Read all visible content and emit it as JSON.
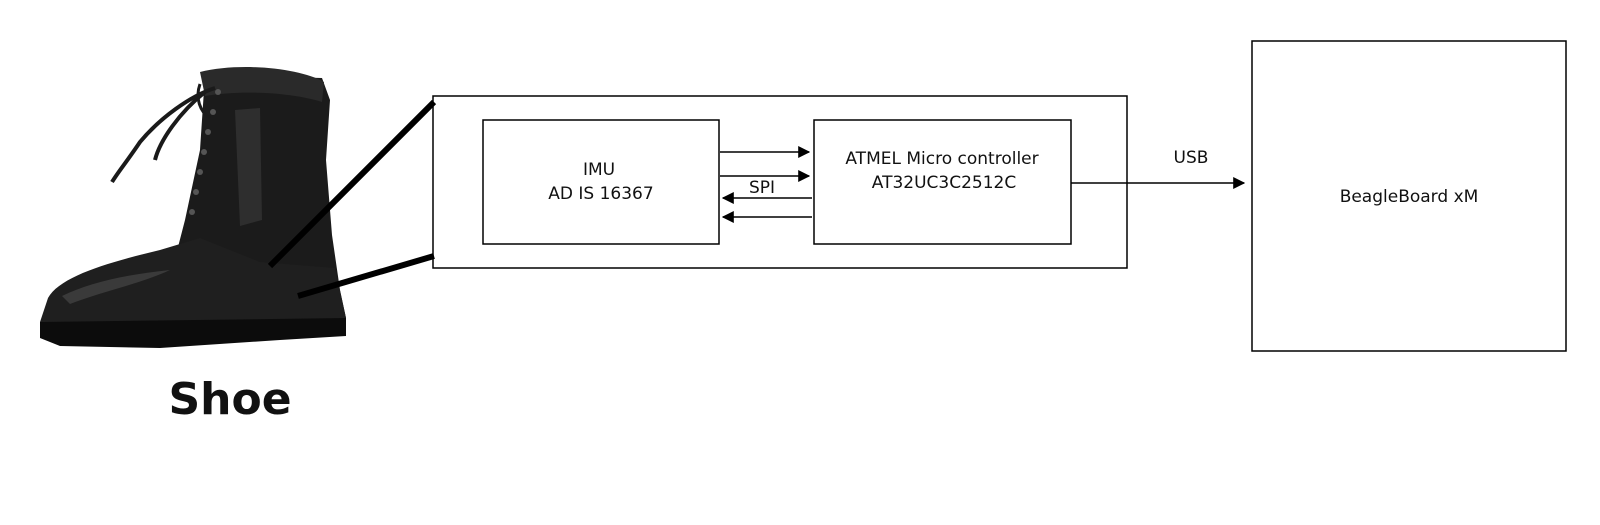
{
  "shoe": {
    "label": "Shoe",
    "icon": "boot-icon"
  },
  "imu": {
    "line1": "IMU",
    "line2": "AD IS 16367"
  },
  "mcu": {
    "line1": "ATMEL Micro controller",
    "line2": "AT32UC3C2512C"
  },
  "spi_label": "SPI",
  "usb_label": "USB",
  "beagle": {
    "label": "BeagleBoard xM"
  },
  "colors": {
    "stroke": "#000000",
    "boot": "#1b1b1b",
    "boot_highlight": "#3a3a3a"
  }
}
